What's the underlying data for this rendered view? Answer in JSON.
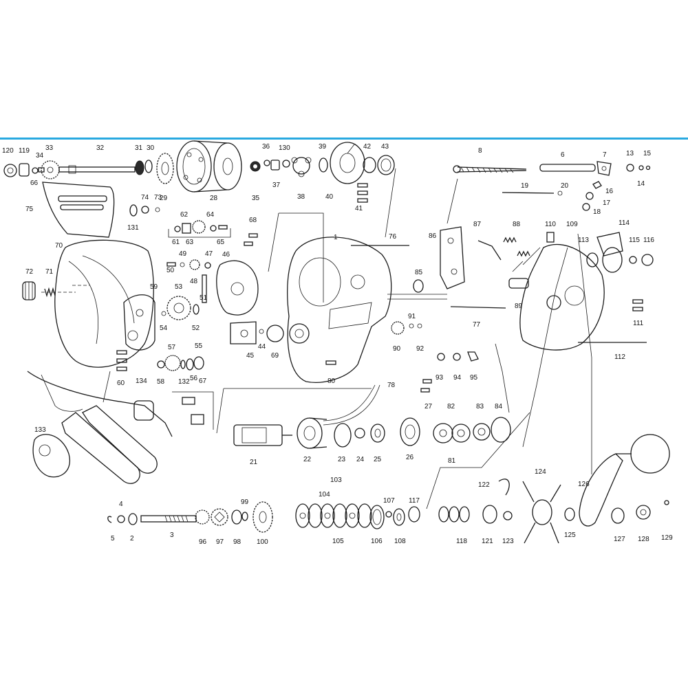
{
  "colors": {
    "accent_bar": "#29a9e0",
    "ink": "#1a1a1a",
    "paper": "#ffffff"
  },
  "part_numbers": [
    "1",
    "2",
    "3",
    "4",
    "5",
    "6",
    "7",
    "8",
    "13",
    "14",
    "15",
    "16",
    "17",
    "18",
    "19",
    "20",
    "21",
    "22",
    "23",
    "24",
    "25",
    "26",
    "27",
    "28",
    "29",
    "30",
    "31",
    "32",
    "33",
    "34",
    "35",
    "36",
    "37",
    "38",
    "39",
    "40",
    "41",
    "42",
    "43",
    "44",
    "45",
    "46",
    "47",
    "48",
    "49",
    "50",
    "51",
    "52",
    "53",
    "54",
    "55",
    "56",
    "57",
    "58",
    "59",
    "60",
    "61",
    "62",
    "63",
    "64",
    "65",
    "66",
    "67",
    "68",
    "69",
    "70",
    "71",
    "72",
    "73",
    "74",
    "75",
    "76",
    "77",
    "78",
    "80",
    "81",
    "82",
    "83",
    "84",
    "85",
    "86",
    "87",
    "88",
    "89",
    "90",
    "91",
    "92",
    "93",
    "94",
    "95",
    "96",
    "97",
    "98",
    "99",
    "100",
    "103",
    "104",
    "105",
    "106",
    "107",
    "108",
    "109",
    "110",
    "111",
    "112",
    "113",
    "114",
    "115",
    "116",
    "117",
    "118",
    "119",
    "120",
    "121",
    "122",
    "123",
    "124",
    "125",
    "126",
    "127",
    "128",
    "129",
    "130",
    "131",
    "132",
    "133",
    "134"
  ]
}
